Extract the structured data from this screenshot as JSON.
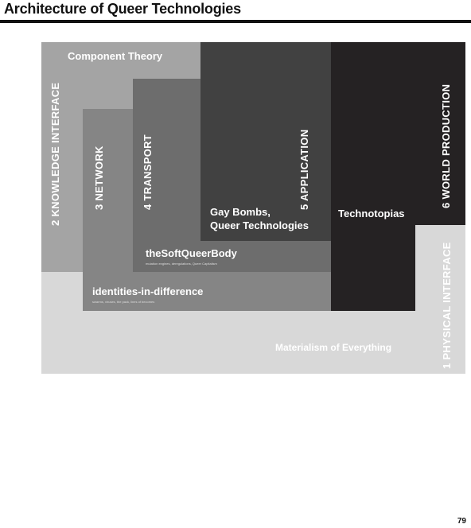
{
  "header": {
    "title": "Architecture of Queer Technologies"
  },
  "diagram": {
    "knowledge_interface": "2 KNOWLEDGE INTERFACE",
    "component_theory": "Component Theory",
    "network": "3 NETWORK",
    "transport": "4 TRANSPORT",
    "application": "5 APPLICATION",
    "world_production": "6 WORLD PRODUCTION",
    "physical_interface": "1 PHYSICAL INTERFACE",
    "gay_bombs_line1": "Gay Bombs,",
    "gay_bombs_line2": "Queer Technologies",
    "technotopias": "Technotopias",
    "soft_queer_body": "theSoftQueerBody",
    "soft_queer_body_sub": "mutation engines, deregulations, Queer Capitalism",
    "identities": "identities-in-difference",
    "identities_sub": "swarms, viruses, the pack, lines of becomes",
    "materialism": "Materialism of Everything"
  },
  "footer": {
    "page_number": "79"
  }
}
